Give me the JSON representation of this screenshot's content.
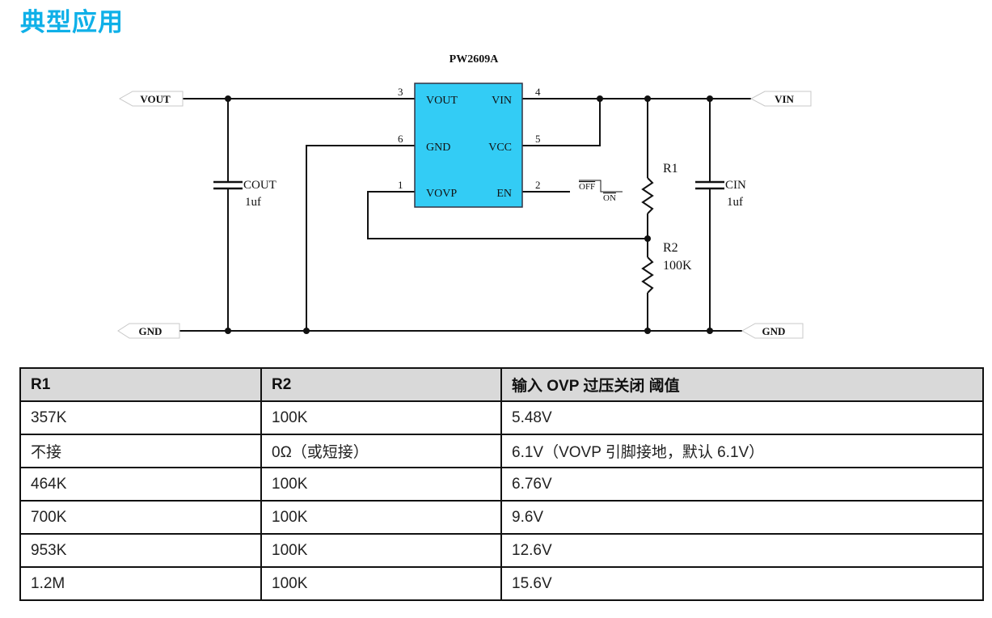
{
  "title": "典型应用",
  "colors": {
    "title": "#0FB0E8",
    "ic_fill": "#33CCF5",
    "header_bg": "#D9D9D9"
  },
  "schematic": {
    "ic_name": "PW2609A",
    "pins": {
      "vout": {
        "number": "3",
        "label": "VOUT"
      },
      "gnd": {
        "number": "6",
        "label": "GND"
      },
      "vovp": {
        "number": "1",
        "label": "VOVP"
      },
      "vin": {
        "number": "4",
        "label": "VIN"
      },
      "vcc": {
        "number": "5",
        "label": "VCC"
      },
      "en": {
        "number": "2",
        "label": "EN"
      }
    },
    "ports": {
      "vout": "VOUT",
      "vin": "VIN",
      "gnd_left": "GND",
      "gnd_right": "GND"
    },
    "switch": {
      "off": "OFF",
      "on": "ON"
    },
    "components": {
      "cout": {
        "name": "COUT",
        "value": "1uf"
      },
      "cin": {
        "name": "CIN",
        "value": "1uf"
      },
      "r1": {
        "name": "R1",
        "value": ""
      },
      "r2": {
        "name": "R2",
        "value": "100K"
      }
    }
  },
  "table": {
    "headers": [
      "R1",
      "R2",
      "输入 OVP 过压关闭 阈值"
    ],
    "rows": [
      [
        "357K",
        "100K",
        "5.48V"
      ],
      [
        "不接",
        "0Ω（或短接）",
        "6.1V（VOVP 引脚接地，默认 6.1V）"
      ],
      [
        "464K",
        "100K",
        "6.76V"
      ],
      [
        "700K",
        "100K",
        "9.6V"
      ],
      [
        "953K",
        "100K",
        "12.6V"
      ],
      [
        "1.2M",
        "100K",
        "15.6V"
      ]
    ]
  }
}
